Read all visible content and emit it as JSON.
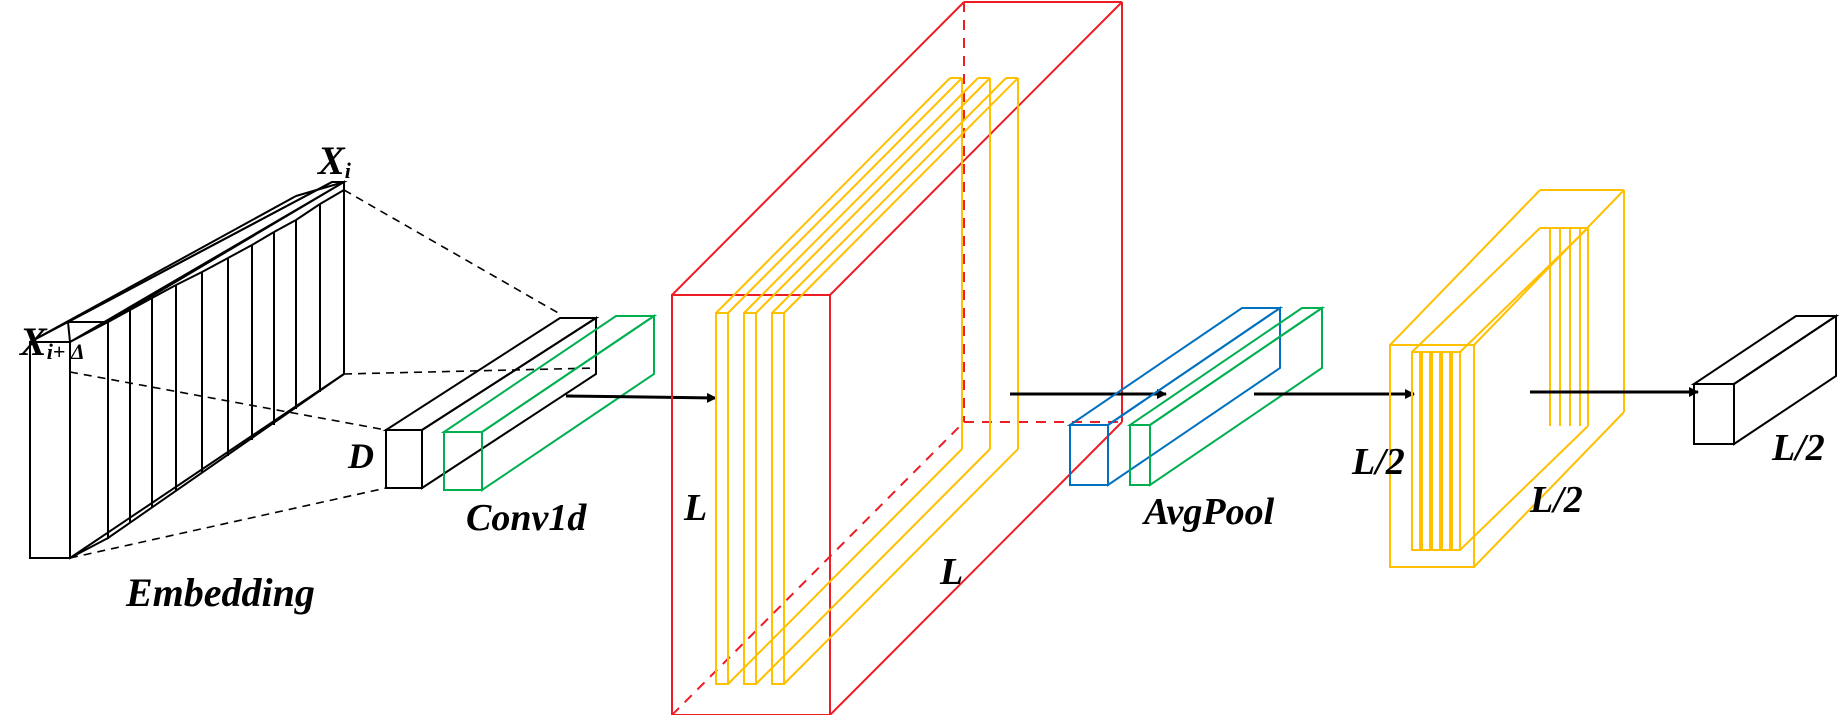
{
  "labels": {
    "xi_base": "X",
    "xi_sub": "i",
    "xid_base": "X",
    "xid_sub": "i+ Δ",
    "d": "D",
    "embedding": "Embedding",
    "conv1d": "Conv1d",
    "l_front": "L",
    "l_bottom": "L",
    "avgpool": "AvgPool",
    "l2_left": "L/2",
    "l2_mid": "L/2",
    "l2_right": "L/2"
  },
  "colors": {
    "black": "#000000",
    "red": "#ee1c25",
    "yellow": "#ffc000",
    "green": "#00b050",
    "blue": "#0070c0"
  }
}
